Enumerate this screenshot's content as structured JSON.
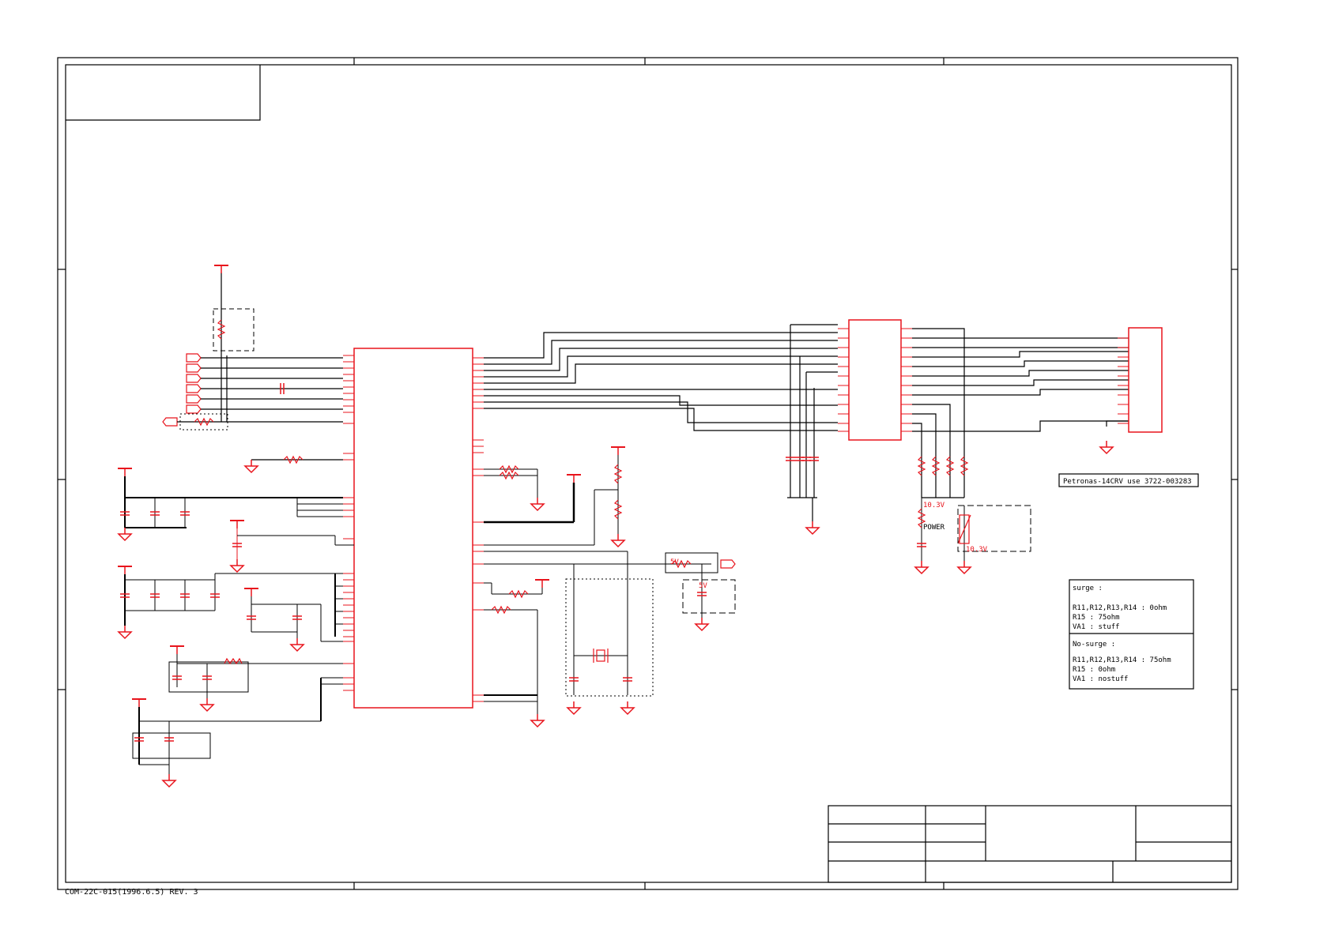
{
  "sheet_footer": "COM-22C-015(1996.6.5) REV. 3",
  "notes": {
    "connector_note": "Petronas-14CRV use 3722-003283",
    "voltage_labels": [
      "10.3V",
      "10.3V",
      "5V",
      "5V"
    ],
    "power_label": "POWER",
    "option_table": {
      "surge_title": "surge :",
      "surge_lines": [
        "R11,R12,R13,R14 : 0ohm",
        "R15 : 75ohm",
        "VA1 : stuff"
      ],
      "nosurge_title": "No-surge :",
      "nosurge_lines": [
        "R11,R12,R13,R14 : 75ohm",
        "R15 : 0ohm",
        "VA1 : nostuff"
      ]
    }
  },
  "colors": {
    "component": "#e8141c",
    "wire": "#000000",
    "frame": "#000000"
  }
}
